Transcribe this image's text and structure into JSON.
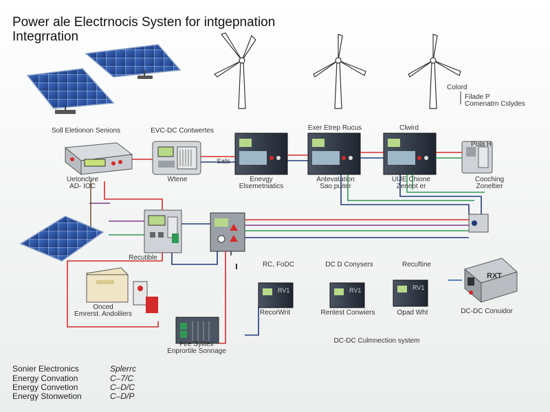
{
  "title": {
    "line1": "Power ale Electrnocis Systen  for intgepnation",
    "line2": "Integrration"
  },
  "top_right": {
    "a": "Colord",
    "b": "Filade P",
    "c": "Comenatrn Cslydes"
  },
  "labels": {
    "solar_sensor_head": "Soll Eletionon Senions",
    "evc_head": "EVC-DC Contwertes",
    "left_box_a": "Uetonchre",
    "left_box_b": "AD- IOC",
    "wtene": "Wtene",
    "energy_a": "Enevgy",
    "energy_b": "Elsemetniatics",
    "sats": "Sats",
    "exer_head": "Exer Etrep Rucus",
    "antevatation_a": "Antevatation",
    "antevatation_b": "Sao puiter",
    "clwird": "Clwird",
    "uje_a": "UIJE Chione",
    "uje_b": "Zeneot er",
    "pola": "Pola H",
    "cooching_a": "Cooching",
    "cooching_b": "Zoneltier",
    "recuble": "Recutible",
    "onced_a": "Onced",
    "onced_b": "Emrerst. Andolilers",
    "fire_a": "Fire Sylitex",
    "fire_b": "Enprortile Sonnage",
    "rc_fodc": "RC, FoDC",
    "dcd_conv": "DC D Conysers",
    "recuftine": "Recuftine",
    "recorwrit": "RecorWrit",
    "rentest": "Rentest Conwiers",
    "opad": "Opad Wht",
    "dcdc_conductor": "DC-DC Conuidor",
    "dcdc_system": "DC-DC Culmnection system"
  },
  "device_text": {
    "rxt": "RXT",
    "panel": "RV1"
  },
  "legend": [
    {
      "name": "Sonier Electronics",
      "code": "Splerrc"
    },
    {
      "name": "Energy Convation",
      "code": "C–7/C"
    },
    {
      "name": "Energy Convetion",
      "code": "C–D/C"
    },
    {
      "name": "Energy Stonwetion",
      "code": "C–D/P"
    }
  ],
  "colors": {
    "ac_line": "#d42a2a",
    "dc_line": "#1f3a7a",
    "signal_line": "#2f9a55",
    "data_line": "#7a3a8a",
    "cabinet": "#2e3440"
  }
}
